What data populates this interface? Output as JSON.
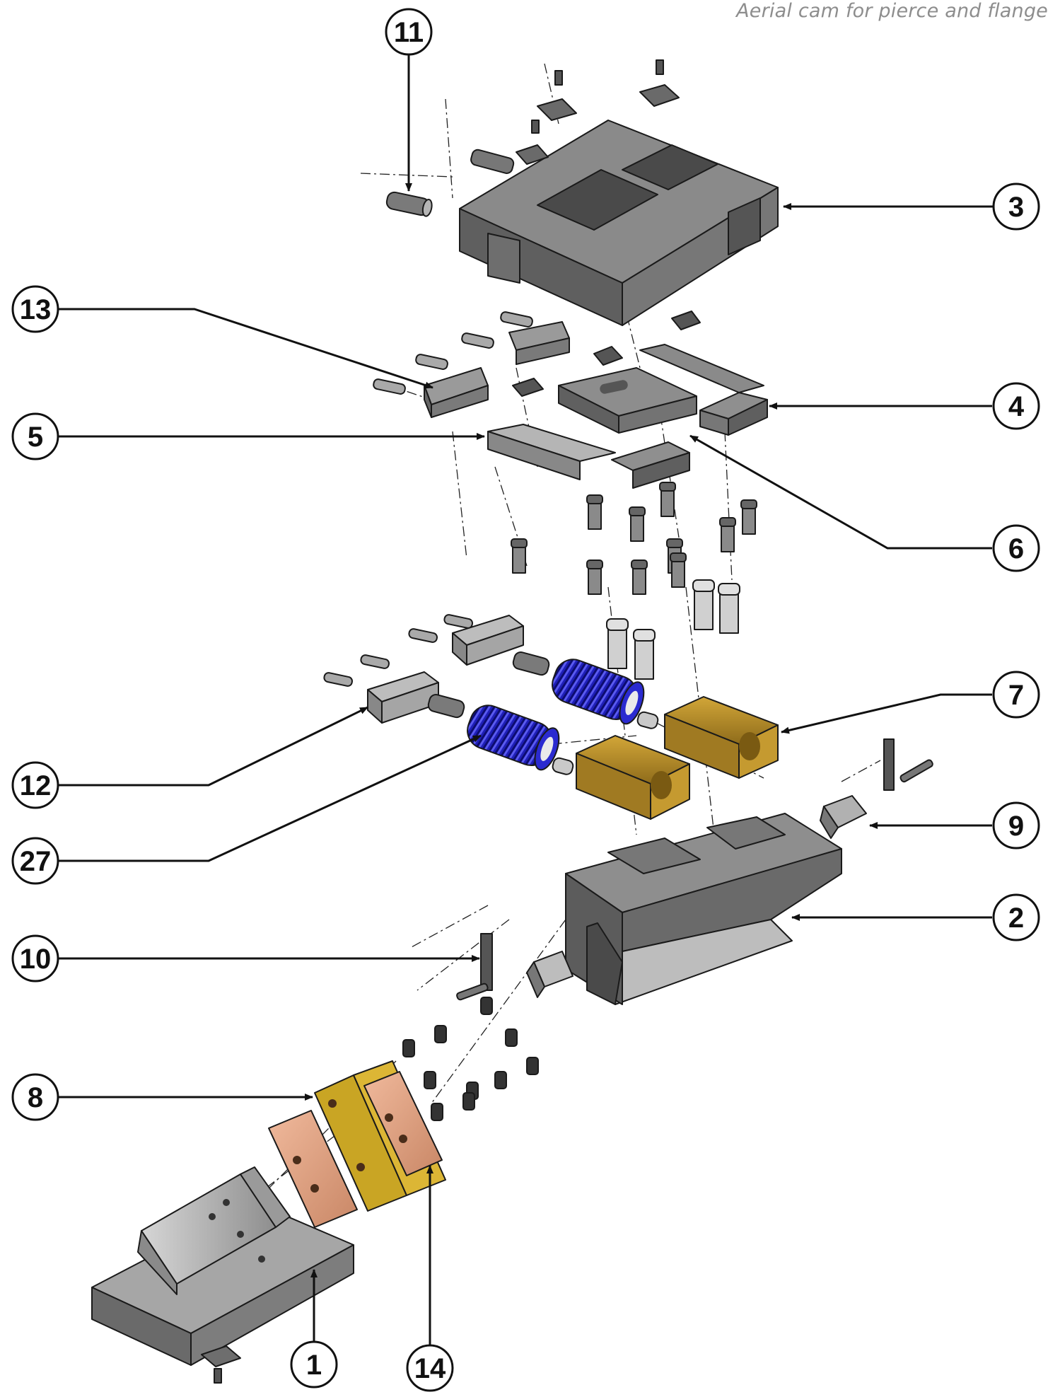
{
  "caption": "Aerial cam for pierce and flange",
  "callouts": [
    {
      "id": "1",
      "label": "1"
    },
    {
      "id": "2",
      "label": "2"
    },
    {
      "id": "3",
      "label": "3"
    },
    {
      "id": "4",
      "label": "4"
    },
    {
      "id": "5",
      "label": "5"
    },
    {
      "id": "6",
      "label": "6"
    },
    {
      "id": "7",
      "label": "7"
    },
    {
      "id": "8",
      "label": "8"
    },
    {
      "id": "9",
      "label": "9"
    },
    {
      "id": "10",
      "label": "10"
    },
    {
      "id": "11",
      "label": "11"
    },
    {
      "id": "12",
      "label": "12"
    },
    {
      "id": "13",
      "label": "13"
    },
    {
      "id": "14",
      "label": "14"
    },
    {
      "id": "27",
      "label": "27"
    }
  ],
  "colors": {
    "steel_dark": "#6b6b6b",
    "steel_mid": "#8c8c8c",
    "steel_light": "#c4c4c4",
    "spring_blue": "#1d1db0",
    "bronze": "#b78e2b",
    "copper": "#e2a888",
    "yellow_plate": "#d7b22b"
  }
}
